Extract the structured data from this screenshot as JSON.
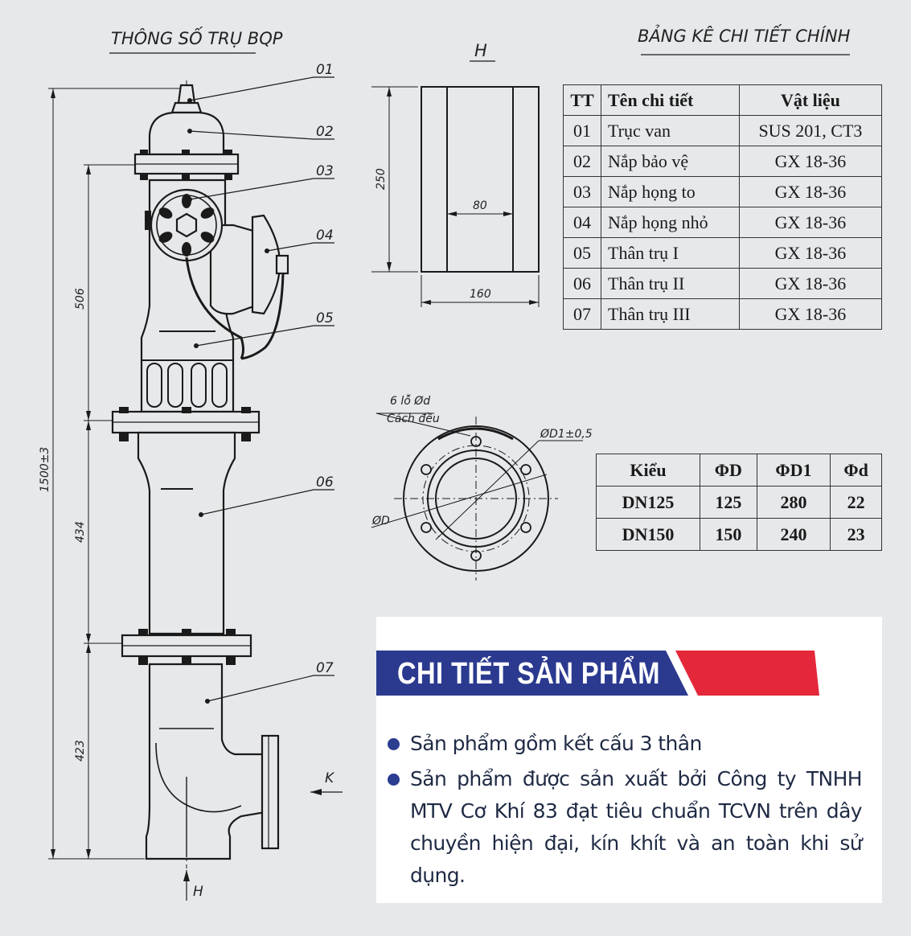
{
  "hydrant": {
    "title": "THÔNG SỐ TRỤ BQP",
    "callouts": [
      "01",
      "02",
      "03",
      "04",
      "05",
      "06",
      "07"
    ],
    "dimensions": {
      "total": "1500±3",
      "upper": "506",
      "middle": "434",
      "lower": "423"
    },
    "view_k": "K",
    "view_h": "H"
  },
  "section_h": {
    "label": "H",
    "height": "250",
    "inner": "80",
    "width": "160"
  },
  "flange": {
    "holes_line1": "6 lỗ Ød",
    "holes_line2": "Cách đều",
    "d1": "ØD1±0,5",
    "d": "ØD"
  },
  "parts_table": {
    "title": "BẢNG KÊ CHI TIẾT CHÍNH",
    "headers": [
      "TT",
      "Tên chi tiết",
      "Vật liệu"
    ],
    "rows": [
      [
        "01",
        "Trục van",
        "SUS 201, CT3"
      ],
      [
        "02",
        "Nắp bảo vệ",
        "GX 18-36"
      ],
      [
        "03",
        "Nắp họng to",
        "GX 18-36"
      ],
      [
        "04",
        "Nắp họng nhỏ",
        "GX 18-36"
      ],
      [
        "05",
        "Thân trụ I",
        "GX 18-36"
      ],
      [
        "06",
        "Thân trụ II",
        "GX 18-36"
      ],
      [
        "07",
        "Thân trụ III",
        "GX 18-36"
      ]
    ]
  },
  "types_table": {
    "headers": [
      "Kiểu",
      "ΦD",
      "ΦD1",
      "Φd"
    ],
    "rows": [
      [
        "DN125",
        "125",
        "280",
        "22"
      ],
      [
        "DN150",
        "150",
        "240",
        "23"
      ]
    ]
  },
  "product": {
    "banner": "CHI TIẾT SẢN PHẨM",
    "bullets": [
      "Sản phẩm gồm kết cấu 3 thân",
      "Sản phẩm được sản xuất bởi Công ty TNHH MTV Cơ Khí 83 đạt tiêu chuẩn TCVN trên dây chuyền hiện đại, kín khít và an toàn khi sử dụng."
    ],
    "colors": {
      "navy": "#2b3a8f",
      "red": "#e4283a",
      "bullet": "#2a3d8f"
    }
  }
}
